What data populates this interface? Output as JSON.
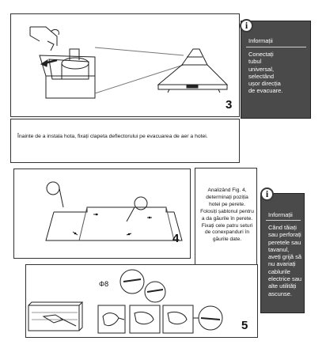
{
  "info_top": {
    "header": "Informații",
    "body": "Conectați tubul universal, selectând ușor direcția de evacuare."
  },
  "info_bottom": {
    "header": "Informații",
    "body": "Când tăiați sau perforați peretele sau tavanul, aveți grijă să nu avariați cablurile electrice sau alte utilități ascunse."
  },
  "instruction_flap": "Înainte de a instala hota, fixați clapeta deflectorului pe evacuarea de aer a hotei.",
  "instruction_analysis": "Analizând Fig. 4, determinați poziția hotei pe perete. Folosiți șablonul pentru a da găurile în perete. Fixați cele patru seturi de conexpanduri în găurile date.",
  "figures": {
    "fig3": "3",
    "fig4": "4",
    "fig5": "5"
  },
  "drill_size_label": "Φ8",
  "icon_glyph": "i"
}
